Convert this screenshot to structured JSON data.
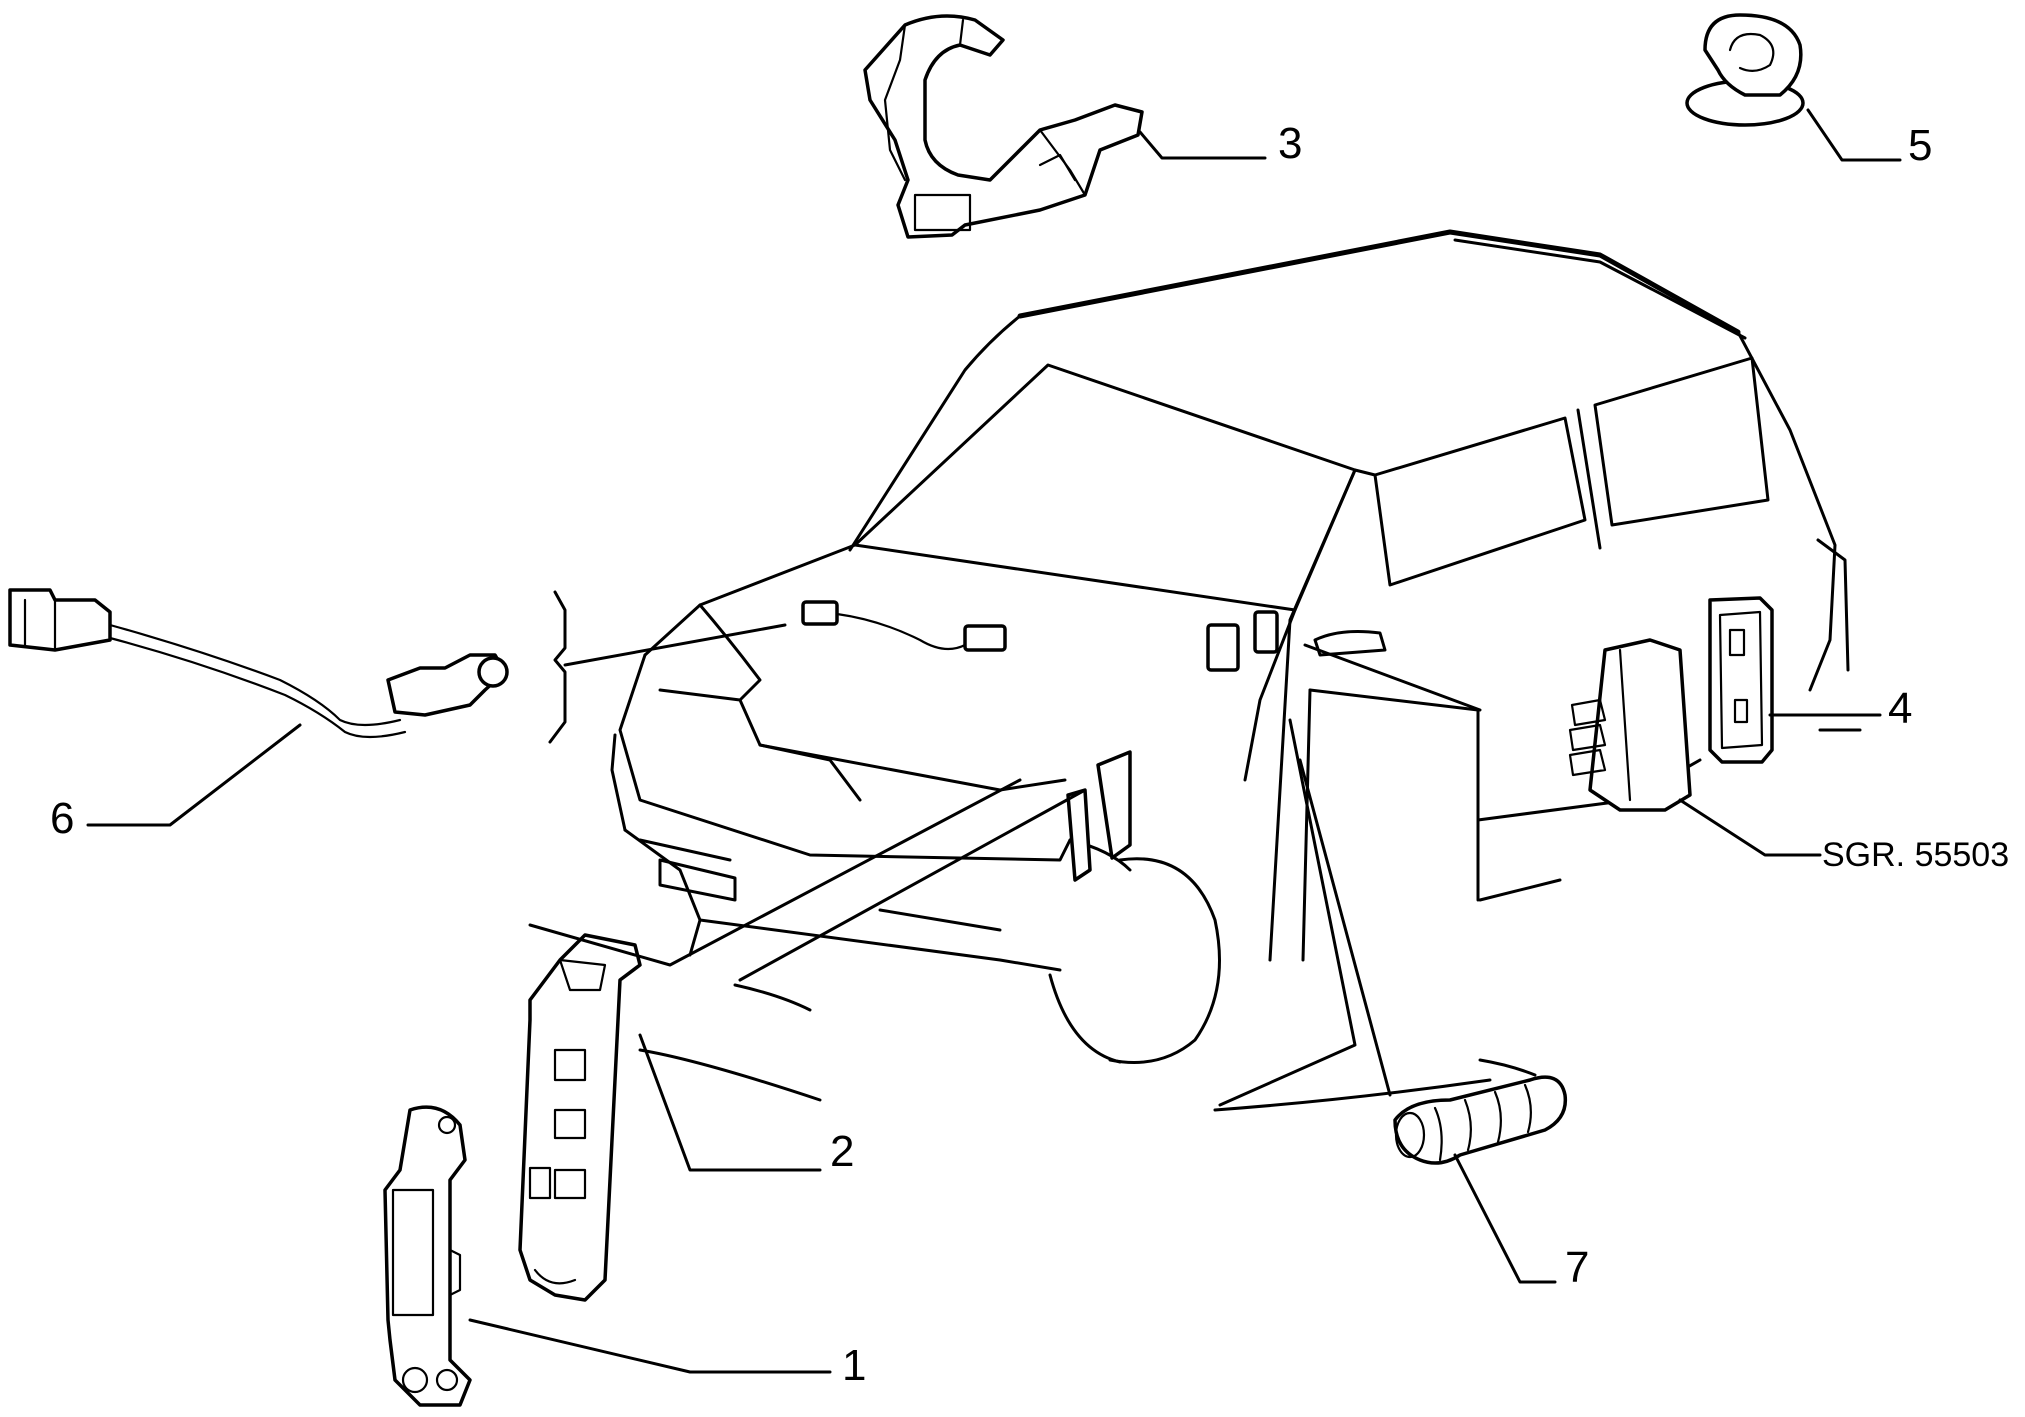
{
  "callouts": [
    {
      "id": "1",
      "label": "1"
    },
    {
      "id": "2",
      "label": "2"
    },
    {
      "id": "3",
      "label": "3"
    },
    {
      "id": "4",
      "label": "4"
    },
    {
      "id": "5",
      "label": "5"
    },
    {
      "id": "6",
      "label": "6"
    },
    {
      "id": "7",
      "label": "7"
    }
  ],
  "reference": "SGR. 55503"
}
